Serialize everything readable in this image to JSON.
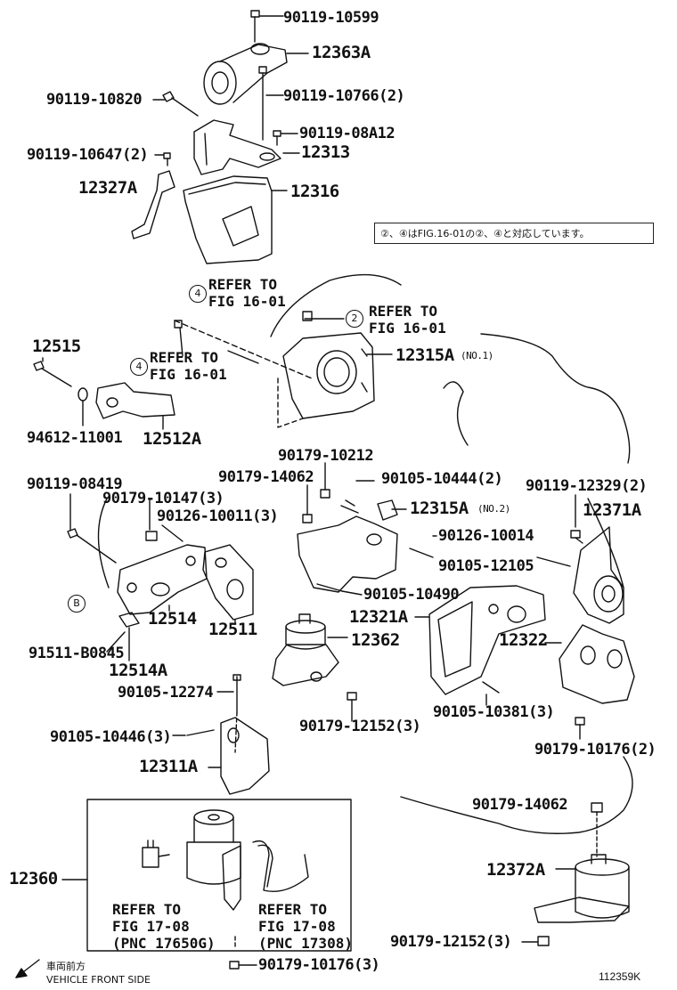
{
  "note": "②、④はFIG.16-01の②、④と対応しています。",
  "front_side": {
    "ja": "車両前方",
    "en": "VEHICLE FRONT SIDE"
  },
  "figure_id": "112359K",
  "markers": {
    "two": "2",
    "four": "4",
    "b": "B"
  },
  "refers": {
    "r1": "REFER TO\nFIG 16-01",
    "r2": "REFER TO\nFIG 16-01",
    "r3": "REFER TO\nFIG 16-01",
    "r4": "REFER TO\nFIG 17-08\n(PNC 17650G)",
    "r5": "REFER TO\nFIG 17-08\n(PNC 17308)"
  },
  "labels": {
    "p90119_10599": "90119-10599",
    "p12363A": "12363A",
    "p90119_10820": "90119-10820",
    "p90119_10766": "90119-10766(2)",
    "p90119_08A12": "90119-08A12",
    "p90119_10647": "90119-10647(2)",
    "p12313": "12313",
    "p12327A": "12327A",
    "p12316": "12316",
    "p12515": "12515",
    "p12315A_no1": "12315A",
    "no1": "(NO.1)",
    "p94612_11001": "94612-11001",
    "p12512A": "12512A",
    "p90179_10212": "90179-10212",
    "p90179_14062a": "90179-14062",
    "p90105_10444": "90105-10444(2)",
    "p90119_12329": "90119-12329(2)",
    "p90119_08419": "90119-08419",
    "p90179_10147": "90179-10147(3)",
    "p12315A_no2": "12315A",
    "no2": "(NO.2)",
    "p12371A": "12371A",
    "p90126_10011": "90126-10011(3)",
    "p90126_10014": "90126-10014",
    "p90105_12105": "90105-12105",
    "p90105_10490": "90105-10490",
    "p12321A": "12321A",
    "p12514": "12514",
    "p12511": "12511",
    "p12362": "12362",
    "p12322": "12322",
    "p91511_B0845": "91511-B0845",
    "p12514A": "12514A",
    "p90105_12274": "90105-12274",
    "p90179_12152a": "90179-12152(3)",
    "p90105_10381": "90105-10381(3)",
    "p90105_10446": "90105-10446(3)",
    "p90179_10176a": "90179-10176(2)",
    "p12311A": "12311A",
    "p90179_14062b": "90179-14062",
    "p12360": "12360",
    "p12372A": "12372A",
    "p90179_12152b": "90179-12152(3)",
    "p90179_10176b": "90179-10176(3)"
  }
}
